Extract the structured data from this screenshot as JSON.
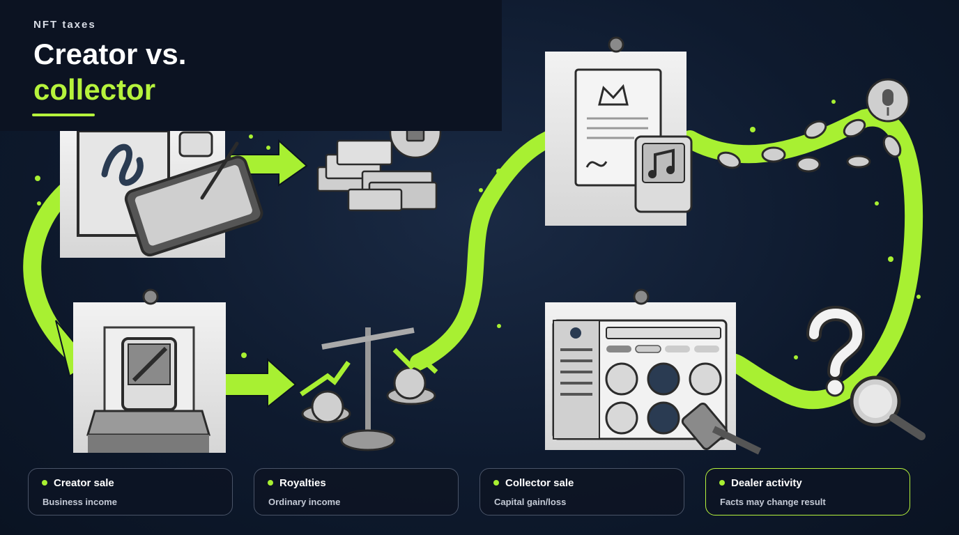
{
  "header": {
    "kicker": "NFT taxes",
    "title_line1": "Creator vs.",
    "title_line2": "collector"
  },
  "colors": {
    "accent": "#b6f33c",
    "background": "#0e1a2e",
    "card_border": "#4a5468"
  },
  "illustrations": [
    "art-tablet-icon",
    "cash-stack-icon",
    "nft-display-case-icon",
    "balance-scale-icon",
    "contract-certificate-icon",
    "music-nft-icon",
    "marketplace-window-icon",
    "question-mark-icon",
    "magnifying-glass-icon",
    "gavel-icon",
    "microphone-icon",
    "coin-icon"
  ],
  "cards": [
    {
      "title": "Creator sale",
      "subtitle": "Business income",
      "active": false
    },
    {
      "title": "Royalties",
      "subtitle": "Ordinary income",
      "active": false
    },
    {
      "title": "Collector sale",
      "subtitle": "Capital gain/loss",
      "active": false
    },
    {
      "title": "Dealer activity",
      "subtitle": "Facts may change result",
      "active": true
    }
  ]
}
